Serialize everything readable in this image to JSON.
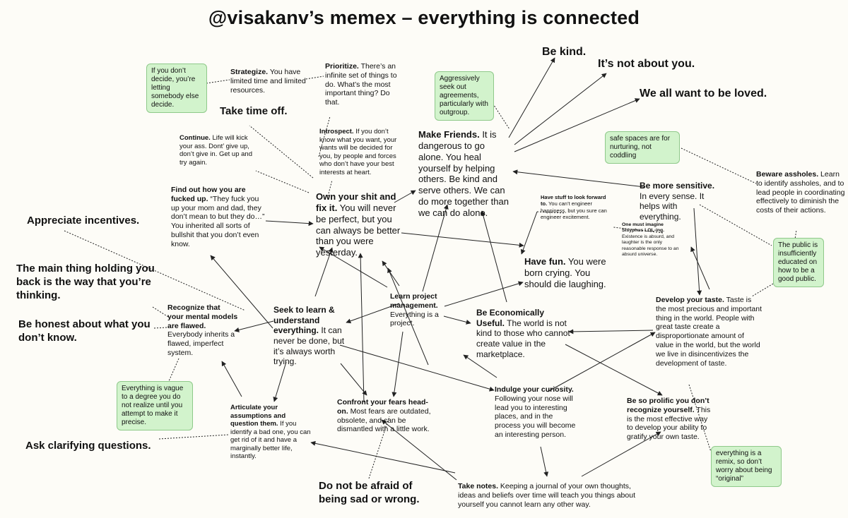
{
  "title": "@visakanv’s memex – everything is connected",
  "colors": {
    "note_bg": "#d2f3cc",
    "note_border": "#8fc98a",
    "line": "#222222"
  },
  "nodes": {
    "strategize": {
      "head": "Strategize.",
      "body": " You have limited time and limited resources."
    },
    "prioritize": {
      "head": "Prioritize.",
      "body": " There’s an infinite set of things to do. What’s the most important thing? Do that."
    },
    "take_time_off": {
      "head": "Take time off."
    },
    "continue": {
      "head": "Continue.",
      "body": " Life will kick your ass. Dont’ give up, don’t give in. Get up and try again."
    },
    "introspect": {
      "head": "Introspect.",
      "body": " If you don’t know what you want, your wants will be decided for you, by people and forces who don’t have your best interests at heart."
    },
    "make_friends": {
      "head": "Make Friends.",
      "body": " It is dangerous to go alone. You heal yourself by helping others. Be kind and serve others. We can do more together than we can do alone."
    },
    "be_kind": {
      "head": "Be kind."
    },
    "not_about_you": {
      "head": "It’s not about you."
    },
    "loved": {
      "head": "We all want to be loved."
    },
    "find_out": {
      "head": "Find out how you are fucked up.",
      "body": " “They fuck you up your mom and dad, they don’t mean to but they do…” You inherited all sorts of bullshit that you don’t even know."
    },
    "own_shit": {
      "head": "Own your shit and fix it.",
      "body": " You will never be perfect, but you can always be better than you were yesterday."
    },
    "appreciate": {
      "head": "Appreciate incentives."
    },
    "main_thing": {
      "head": "The main thing holding you back is the way that you’re thinking."
    },
    "honest": {
      "head": "Be honest about what you don’t know."
    },
    "ask": {
      "head": "Ask clarifying questions."
    },
    "not_afraid": {
      "head": "Do not be afraid of being sad or wrong."
    },
    "recognize": {
      "head": "Recognize that your mental models are flawed.",
      "body": " Everybody inherits a flawed, imperfect system."
    },
    "seek": {
      "head": "Seek to learn & understand everything.",
      "body": " It can never be done, but it’s always worth trying."
    },
    "learn_pm": {
      "head": "Learn project management.",
      "body": " Everything is a project."
    },
    "economic": {
      "head": "Be Economically Useful.",
      "body": " The world is not kind to those who cannot create value in the marketplace."
    },
    "have_stuff": {
      "head": "Have stuff to look forward to.",
      "body": " You can’t engineer happiness, but you sure can engineer excitement."
    },
    "sisyphus": {
      "head": "One must imagine Sisyphus LOL-ing.",
      "body": " Existence is absurd, and laughter is the only reasonable response to an absurd universe."
    },
    "have_fun": {
      "head": "Have fun.",
      "body": " You were born crying. You should die laughing."
    },
    "sensitive": {
      "head": "Be more sensitive.",
      "body": " In every sense. It helps with everything."
    },
    "assholes": {
      "head": "Beware assholes.",
      "body": " Learn to identify assholes, and to lead people in coordinating effectively to diminish the costs of their actions."
    },
    "taste": {
      "head": "Develop your taste.",
      "body": " Taste is the most precious and important thing in the world. People with great taste create a disproportionate amount of value in the world, but the world we live in disincentivizes the development of taste."
    },
    "articulate": {
      "head": "Articulate your assumptions and question them.",
      "body": " If you identify a bad one, you can get rid of it and have a marginally better life, instantly."
    },
    "confront": {
      "head": "Confront your fears head-on.",
      "body": " Most fears are outdated, obsolete, and can be dismantled with a little work."
    },
    "curiosity": {
      "head": "Indulge your curiosity.",
      "body": " Following your nose will lead you to interesting places, and in the process you will become an interesting person."
    },
    "prolific": {
      "head": "Be so prolific you don’t recognize yourself.",
      "body": " This is the most effective way to develop your ability to gratify your own taste."
    },
    "take_notes": {
      "head": "Take notes.",
      "body": " Keeping a journal of your own thoughts, ideas and beliefs over time will teach you things about yourself you cannot learn any other way."
    }
  },
  "notes": {
    "decide": "If you don’t decide, you’re letting somebody else decide.",
    "agreements": "Aggressively seek out agreements, particularly with outgroup.",
    "safe_spaces": "safe spaces are for nurturing, not coddling",
    "public": "The public is insufficiently educated on how to be a good public.",
    "vague": "Everything is vague to a degree you do not realize until you attempt to make it precise.",
    "remix": "everything is a remix, so don’t worry about being “original”"
  }
}
